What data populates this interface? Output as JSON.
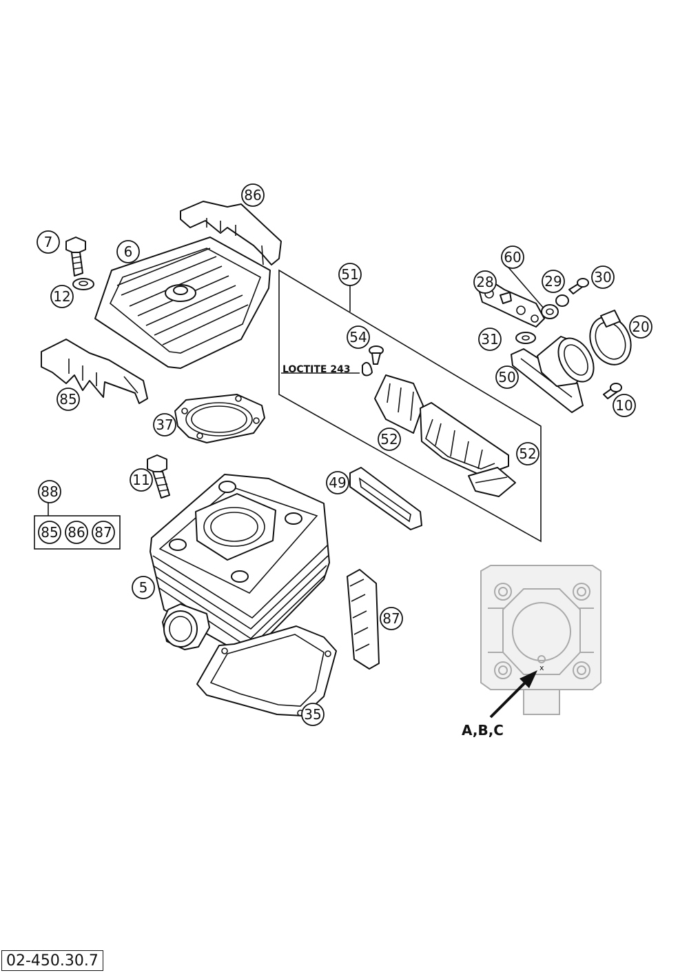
{
  "diagram": {
    "callouts": [
      "86",
      "7",
      "6",
      "12",
      "85",
      "37",
      "11",
      "88",
      "85",
      "86",
      "87",
      "5",
      "35",
      "87",
      "51",
      "54",
      "52",
      "52",
      "49",
      "60",
      "28",
      "29",
      "30",
      "31",
      "20",
      "50",
      "10"
    ],
    "annotations": {
      "loctite": "LOCTITE 243",
      "marking": "A,B,C",
      "mark_x": "x"
    },
    "document_code": "02-450.30.7"
  }
}
